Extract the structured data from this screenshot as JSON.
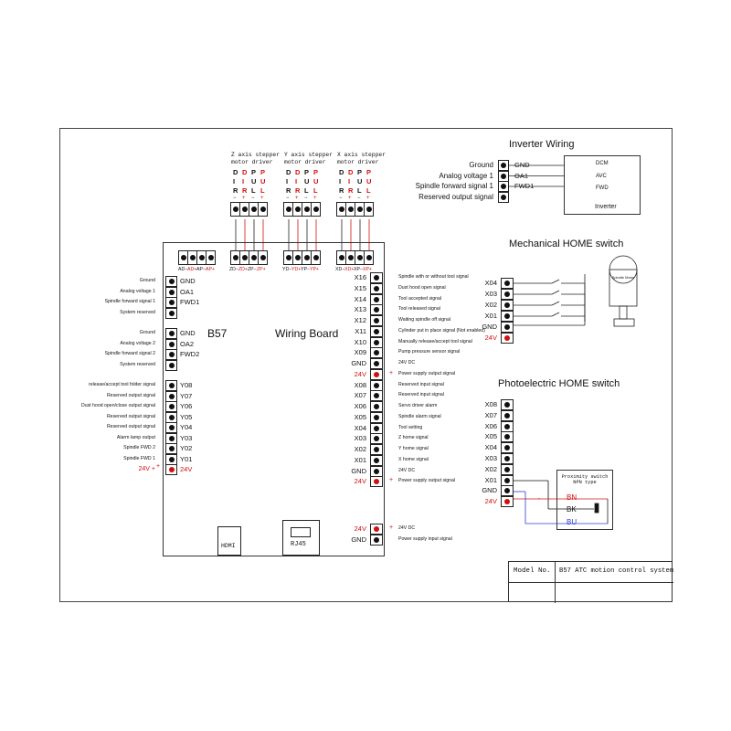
{
  "diagram": {
    "board_label": "B57",
    "board_title": "Wiring Board",
    "hdmi_label": "HDMI",
    "rj45_label": "RJ45",
    "axis_drivers": [
      {
        "title": "Z axis stepper motor driver",
        "letters": [
          "D",
          "D",
          "P",
          "P"
        ],
        "letters2": [
          "I",
          "I",
          "U",
          "U"
        ],
        "letters3": [
          "R",
          "R",
          "L",
          "L"
        ],
        "signs": [
          "−",
          "+",
          "−",
          "+"
        ],
        "bottom": [
          "ZD−",
          "ZD+",
          "ZP−",
          "ZP+"
        ]
      },
      {
        "title": "Y axis stepper motor driver",
        "letters": [
          "D",
          "D",
          "P",
          "P"
        ],
        "letters2": [
          "I",
          "I",
          "U",
          "U"
        ],
        "letters3": [
          "R",
          "R",
          "L",
          "L"
        ],
        "signs": [
          "−",
          "+",
          "−",
          "+"
        ],
        "bottom": [
          "YD−",
          "YD+",
          "YP−",
          "YP+"
        ]
      },
      {
        "title": "X axis stepper motor driver",
        "letters": [
          "D",
          "D",
          "P",
          "P"
        ],
        "letters2": [
          "I",
          "I",
          "U",
          "U"
        ],
        "letters3": [
          "R",
          "R",
          "L",
          "L"
        ],
        "signs": [
          "−",
          "+",
          "−",
          "+"
        ],
        "bottom": [
          "XD−",
          "XD+",
          "XP−",
          "XP+"
        ]
      }
    ],
    "a_terminals": [
      "AD−",
      "AD+",
      "AP−",
      "AP+"
    ],
    "left_group1": [
      {
        "desc": "Ground",
        "pin": "GND"
      },
      {
        "desc": "Analog voltage 1",
        "pin": "OA1"
      },
      {
        "desc": "Spindle forward signal 1",
        "pin": "FWD1"
      },
      {
        "desc": "System reserved",
        "pin": ""
      }
    ],
    "left_group2": [
      {
        "desc": "Ground",
        "pin": "GND"
      },
      {
        "desc": "Analog voltage 2",
        "pin": "OA2"
      },
      {
        "desc": "Spindle forward signal 2",
        "pin": "FWD2"
      },
      {
        "desc": "System reserved",
        "pin": ""
      }
    ],
    "left_group3": [
      {
        "desc": "release/accept tool folder signal",
        "pin": "Y08"
      },
      {
        "desc": "Reserved output signal",
        "pin": "Y07"
      },
      {
        "desc": "Dust hood open/close output signal",
        "pin": "Y06"
      },
      {
        "desc": "Reserved output signal",
        "pin": "Y05"
      },
      {
        "desc": "Reserved output signal",
        "pin": "Y04"
      },
      {
        "desc": "Alarm lamp output",
        "pin": "Y03"
      },
      {
        "desc": "Spindle FWD 2",
        "pin": "Y02"
      },
      {
        "desc": "Spindle FWD 1",
        "pin": "Y01"
      },
      {
        "desc": "24V +",
        "pin": "24V"
      }
    ],
    "right_pins": [
      {
        "pin": "X16",
        "desc": "Spindle with or without tool signal"
      },
      {
        "pin": "X15",
        "desc": "Dust hood open signal"
      },
      {
        "pin": "X14",
        "desc": "Tool accepted signal"
      },
      {
        "pin": "X13",
        "desc": "Tool released signal"
      },
      {
        "pin": "X12",
        "desc": "Waiting spindle off signal"
      },
      {
        "pin": "X11",
        "desc": "Cylinder put in place signal (Not enabled)"
      },
      {
        "pin": "X10",
        "desc": "Manually release/accept tool signal"
      },
      {
        "pin": "X09",
        "desc": "Pump pressure sensor signal"
      },
      {
        "pin": "GND",
        "desc": "24V DC"
      },
      {
        "pin": "24V",
        "desc": "Power supply output signal"
      },
      {
        "pin": "X08",
        "desc": "Reserved input signal"
      },
      {
        "pin": "X07",
        "desc": "Reserved input signal"
      },
      {
        "pin": "X06",
        "desc": "Servo driver alarm"
      },
      {
        "pin": "X05",
        "desc": "Spindle alarm signal"
      },
      {
        "pin": "X04",
        "desc": "Tool setting"
      },
      {
        "pin": "X03",
        "desc": "Z home signal"
      },
      {
        "pin": "X02",
        "desc": "Y home signal"
      },
      {
        "pin": "X01",
        "desc": "X home signal"
      },
      {
        "pin": "GND",
        "desc": "24V DC"
      },
      {
        "pin": "24V",
        "desc": "Power supply output signal"
      }
    ],
    "bottom_pins": [
      {
        "pin": "24V",
        "desc": "24V DC"
      },
      {
        "pin": "GND",
        "desc": "Power supply input signal"
      }
    ],
    "plus_sign": "+",
    "inverter": {
      "title": "Inverter Wiring",
      "rows": [
        {
          "desc": "Ground",
          "pin": "GND",
          "inv": "DCM"
        },
        {
          "desc": "Analog voltage 1",
          "pin": "OA1",
          "inv": "AVC"
        },
        {
          "desc": "Spindle forward signal 1",
          "pin": "FWD1",
          "inv": "FWD"
        },
        {
          "desc": "Reserved output signal",
          "pin": "",
          "inv": ""
        }
      ],
      "box_label": "Inverter"
    },
    "mech_home": {
      "title": "Mechanical HOME switch",
      "pins": [
        "X04",
        "X03",
        "X02",
        "X01",
        "GND",
        "24V"
      ],
      "motor_label": "Spindle Motor"
    },
    "photo_home": {
      "title": "Photoelectric HOME switch",
      "pins": [
        "X08",
        "X07",
        "X06",
        "X05",
        "X04",
        "X03",
        "X02",
        "X01",
        "GND",
        "24V"
      ],
      "sensor_title": "Proximity switch NPN type",
      "wires": [
        {
          "label": "BN",
          "color": "#d01010"
        },
        {
          "label": "BK",
          "color": "#111111"
        },
        {
          "label": "BU",
          "color": "#2a3fd0"
        }
      ]
    },
    "titleblock": {
      "model_label": "Model No.",
      "model_value": "B57 ATC motion control system"
    }
  }
}
